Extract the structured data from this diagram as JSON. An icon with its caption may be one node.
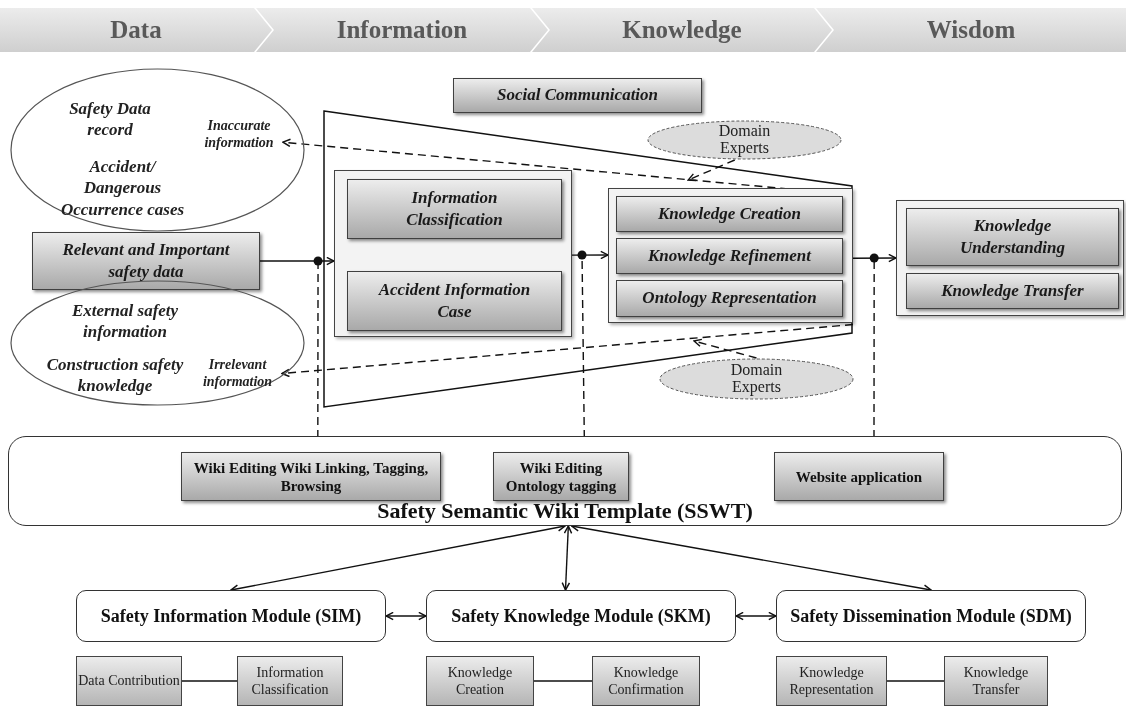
{
  "diagram": {
    "nodes": [
      {
        "text": [
          "Data"
        ]
      },
      {
        "text": [
          "Information"
        ]
      },
      {
        "text": [
          "Knowledge"
        ]
      },
      {
        "text": [
          "Wisdom"
        ]
      },
      {
        "text": [
          "Safety Data record",
          "Accident/ Dangerous Occurrence cases"
        ]
      },
      {
        "text": [
          "Inaccurate information"
        ],
        "in": 4
      },
      {
        "text": [
          "Relevant and Important safety data"
        ]
      },
      {
        "text": [
          "External safety information",
          "Construction safety knowledge"
        ]
      },
      {
        "text": [
          "Irrelevant information"
        ],
        "in": 7
      },
      {
        "text": [
          "Social Communication"
        ]
      },
      {
        "text": [],
        "shape": "funnel"
      },
      {
        "text": [],
        "shape": "box",
        "in": 10
      },
      {
        "text": [
          "Information Classification"
        ],
        "in": 11
      },
      {
        "text": [
          "Accident Information Case"
        ],
        "in": 11
      },
      {
        "text": [
          "Domain Experts"
        ]
      },
      {
        "text": [],
        "shape": "box",
        "in": 10
      },
      {
        "text": [
          "Knowledge Creation"
        ],
        "in": 15
      },
      {
        "text": [
          "Knowledge Refinement"
        ],
        "in": 15
      },
      {
        "text": [
          "Ontology Representation"
        ],
        "in": 15
      },
      {
        "text": [
          "Domain Experts"
        ]
      },
      {
        "text": [],
        "shape": "box"
      },
      {
        "text": [
          "Knowledge Understanding"
        ],
        "in": 20
      },
      {
        "text": [
          "Knowledge Transfer"
        ],
        "in": 20
      },
      {
        "text": [
          "Safety Semantic Wiki Template (SSWT)"
        ]
      },
      {
        "text": [
          "Wiki Editing Wiki Linking, Tagging, Browsing"
        ],
        "in": 23
      },
      {
        "text": [
          "Wiki Editing Ontology tagging"
        ],
        "in": 23
      },
      {
        "text": [
          "Website application"
        ],
        "in": 23
      },
      {
        "text": [
          "Safety Information Module (SIM)"
        ]
      },
      {
        "text": [
          "Safety Knowledge Module (SKM)"
        ]
      },
      {
        "text": [
          "Safety Dissemination Module (SDM)"
        ]
      },
      {
        "text": [
          "Data Contribution"
        ]
      },
      {
        "text": [
          "Information Classification"
        ]
      },
      {
        "text": [
          "Knowledge Creation"
        ]
      },
      {
        "text": [
          "Knowledge Confirmation"
        ]
      },
      {
        "text": [
          "Knowledge Representation"
        ]
      },
      {
        "text": [
          "Knowledge Transfer"
        ]
      }
    ],
    "edges": [
      {
        "from": 6,
        "to": 11,
        "arrow": "to"
      },
      {
        "from": 11,
        "to": 15,
        "arrow": "to"
      },
      {
        "from": 15,
        "to": 20,
        "arrow": "to"
      },
      {
        "from": 24,
        "to": 11,
        "arrow": "other",
        "style": "dashed"
      },
      {
        "from": 25,
        "to": 15,
        "arrow": "other",
        "style": "dashed"
      },
      {
        "from": 26,
        "to": 20,
        "arrow": "other",
        "style": "dashed"
      },
      {
        "from": 10,
        "to": 5,
        "arrow": "to",
        "style": "dashed"
      },
      {
        "from": 10,
        "to": 8,
        "arrow": "to",
        "style": "dashed"
      },
      {
        "from": 14,
        "to": 10,
        "arrow": "to",
        "style": "dashed"
      },
      {
        "from": 19,
        "to": 10,
        "arrow": "to",
        "style": "dashed"
      },
      {
        "from": 23,
        "to": 27,
        "arrow": "both"
      },
      {
        "from": 23,
        "to": 28,
        "arrow": "both"
      },
      {
        "from": 23,
        "to": 29,
        "arrow": "both"
      },
      {
        "from": 27,
        "to": 28,
        "arrow": "both"
      },
      {
        "from": 28,
        "to": 29,
        "arrow": "both"
      },
      {
        "from": 30,
        "to": 31,
        "arrow": "none"
      },
      {
        "from": 32,
        "to": 33,
        "arrow": "none"
      },
      {
        "from": 34,
        "to": 35,
        "arrow": "none"
      }
    ]
  }
}
